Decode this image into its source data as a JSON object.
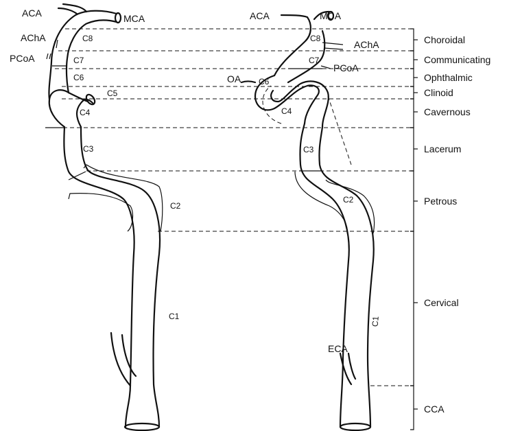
{
  "left_labels": {
    "aca": "ACA",
    "mca": "MCA",
    "acha": "AChA",
    "pcoa": "PCoA",
    "c8": "C8",
    "c7": "C7",
    "c6": "C6",
    "c5": "C5",
    "c4": "C4",
    "c3": "C3",
    "c2": "C2",
    "c1": "C1"
  },
  "right_labels": {
    "aca": "ACA",
    "mca": "MCA",
    "acha": "AChA",
    "pcoa": "PCoA",
    "oa": "OA",
    "c8": "C8",
    "c7": "C7",
    "c6": "C6",
    "c4": "C4",
    "c3": "C3",
    "c2": "C2",
    "c1": "C1",
    "eca": "ECA"
  },
  "segments": [
    "Choroidal",
    "Communicating",
    "Ophthalmic",
    "Clinoid",
    "Cavernous",
    "Lacerum",
    "Petrous",
    "Cervical",
    "CCA"
  ]
}
